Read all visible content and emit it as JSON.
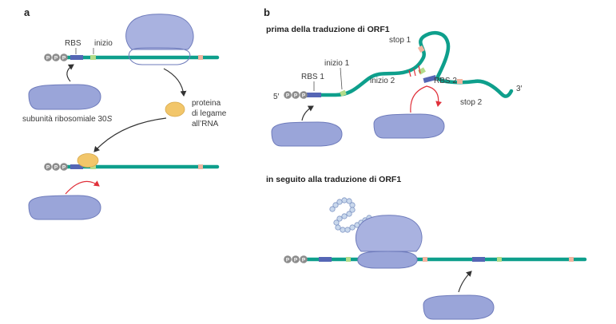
{
  "panel_a": {
    "letter": "a",
    "labels": {
      "rbs": "RBS",
      "inizio": "inizio",
      "subunit": "subunità ribosomiale 30",
      "subunit_italic": "S",
      "protein_line1": "proteina",
      "protein_line2": "di legame",
      "protein_line3": "all’RNA"
    }
  },
  "panel_b": {
    "letter": "b",
    "title_top": "prima della traduzione di ORF1",
    "title_bottom": "in seguito alla traduzione di ORF1",
    "labels": {
      "five_prime": "5′",
      "three_prime": "3′",
      "rbs1": "RBS 1",
      "inizio1": "inizio 1",
      "stop1": "stop 1",
      "inizio2": "inizio 2",
      "rbs2": "RBS 2",
      "stop2": "stop 2"
    }
  },
  "triphosphate_glyph": "P",
  "colors": {
    "mrna": "#0e9f8c",
    "subunit_30s": "#9aa5d9",
    "subunit_50s": "#a9b2e0",
    "rbs": "#5566b5",
    "start": "#b4dc8a",
    "stop": "#f2b4a0",
    "protein": "#f2c66a",
    "phosphate": "#8c8c8c",
    "arrow_red": "#e0303a"
  }
}
